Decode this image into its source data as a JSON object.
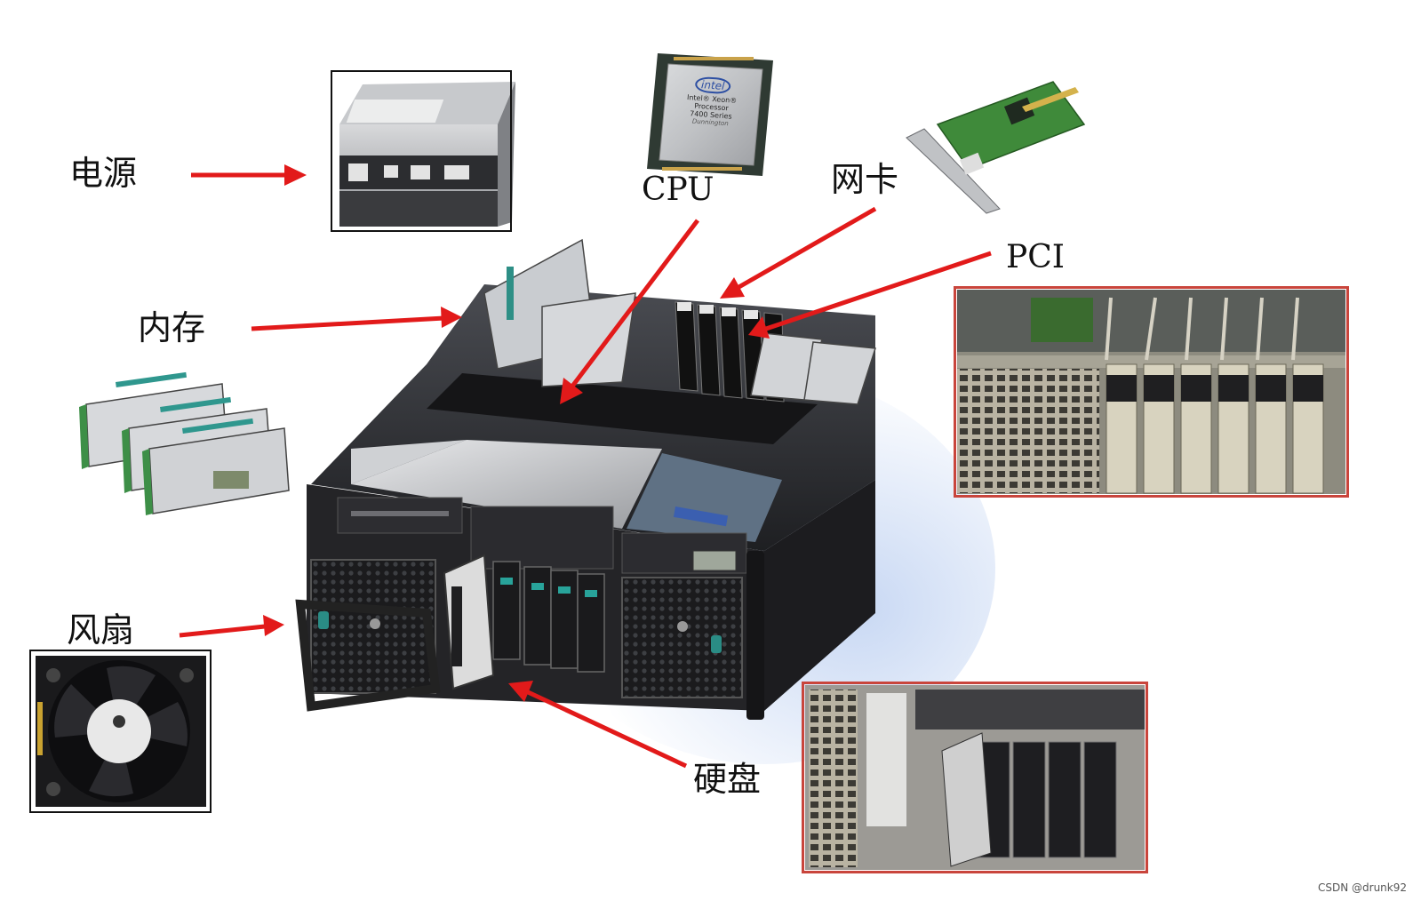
{
  "labels": {
    "power": "电源",
    "memory": "内存",
    "fan": "风扇",
    "cpu": "CPU",
    "nic": "网卡",
    "pci": "PCI",
    "disk": "硬盘"
  },
  "cpu_chip": {
    "brand": "intel",
    "line1": "Intel® Xeon®",
    "line2": "Processor",
    "line3": "7400 Series",
    "line4": "Dunnington"
  },
  "watermark": "CSDN @drunk92",
  "colors": {
    "arrow": "#e21a1a",
    "frame_red": "#c9453c",
    "chassis": "#2b2b2e",
    "pcb_green": "#3f8a3a"
  }
}
